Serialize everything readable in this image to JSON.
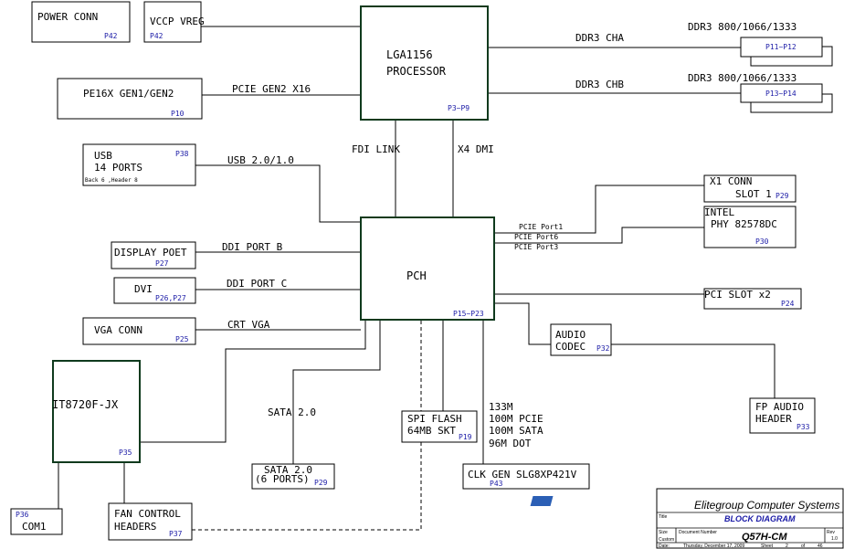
{
  "processor": {
    "line1": "LGA1156",
    "line2": "PROCESSOR",
    "page": "P3~P9"
  },
  "pch": {
    "label": "PCH",
    "page": "P15~P23"
  },
  "power_conn": {
    "label": "POWER CONN",
    "page": "P42"
  },
  "vccp_vreg": {
    "label": "VCCP VREG",
    "page": "P42"
  },
  "pe16x": {
    "label": "PE16X GEN1/GEN2",
    "page": "P10"
  },
  "usb": {
    "line1": "USB",
    "line2": "14 PORTS",
    "note": "Back 6 ,Header 8",
    "page": "P38"
  },
  "display_port": {
    "label": "DISPLAY POET",
    "page": "P27"
  },
  "dvi": {
    "label": "DVI",
    "page": "P26,P27"
  },
  "vga": {
    "label": "VGA CONN",
    "page": "P25"
  },
  "superio": {
    "label": "IT8720F-JX",
    "page": "P35"
  },
  "com1": {
    "label": "COM1",
    "page": "P36"
  },
  "fan": {
    "line1": "FAN CONTROL",
    "line2": "HEADERS",
    "page": "P37"
  },
  "sata_box": {
    "line1": "SATA 2.0",
    "line2": "(6 PORTS)",
    "page": "P29"
  },
  "spi": {
    "line1": "SPI FLASH",
    "line2": "64MB SKT",
    "page": "P19"
  },
  "clk": {
    "label": "CLK GEN SLG8XP421V",
    "page": "P43"
  },
  "clk_info": {
    "l1": "133M",
    "l2": "100M PCIE",
    "l3": "100M SATA",
    "l4": "96M DOT"
  },
  "ddr_a": {
    "title": "DDR3 800/1066/1333",
    "bus": "DDR3 CHA",
    "page": "P11~P12"
  },
  "ddr_b": {
    "title": "DDR3 800/1066/1333",
    "bus": "DDR3 CHB",
    "page": "P13~P14"
  },
  "x1conn": {
    "line1": "X1 CONN",
    "line2": "SLOT 1",
    "page": "P29"
  },
  "intel_phy": {
    "line1": "INTEL",
    "line2": "PHY 82578DC",
    "page": "P30"
  },
  "pci_slot": {
    "label": "PCI SLOT x2",
    "page": "P24"
  },
  "audio": {
    "line1": "AUDIO",
    "line2": "CODEC",
    "page": "P32"
  },
  "fp_audio": {
    "line1": "FP AUDIO",
    "line2": "HEADER",
    "page": "P33"
  },
  "buses": {
    "pcie_gen2": "PCIE GEN2 X16",
    "usb": "USB 2.0/1.0",
    "fdi": "FDI LINK",
    "dmi": "X4 DMI",
    "ddi_b": "DDI PORT B",
    "ddi_c": "DDI PORT C",
    "crt": "CRT VGA",
    "sata": "SATA 2.0",
    "pcie_port1": "PCIE Port1",
    "pcie_port6": "PCIE Port6",
    "pcie_port3": "PCIE Port3"
  },
  "title_block": {
    "logo": "ECS",
    "company": "Elitegroup Computer Systems",
    "title_label": "Title",
    "title": "BLOCK DIAGRAM",
    "size_label": "Size",
    "size_value": "Custom",
    "docnum_label": "Document Number",
    "model": "Q57H-CM",
    "rev_label": "Rev",
    "rev_value": "1.0",
    "date_label": "Date:",
    "date_value": "Thursday, December 17, 2009",
    "sheet_label": "Sheet",
    "sheet_num": "2",
    "of_label": "of",
    "sheet_total": "46"
  },
  "colors": {
    "box_border": "#0f3a1d",
    "page_ref": "#1a1aa6"
  }
}
